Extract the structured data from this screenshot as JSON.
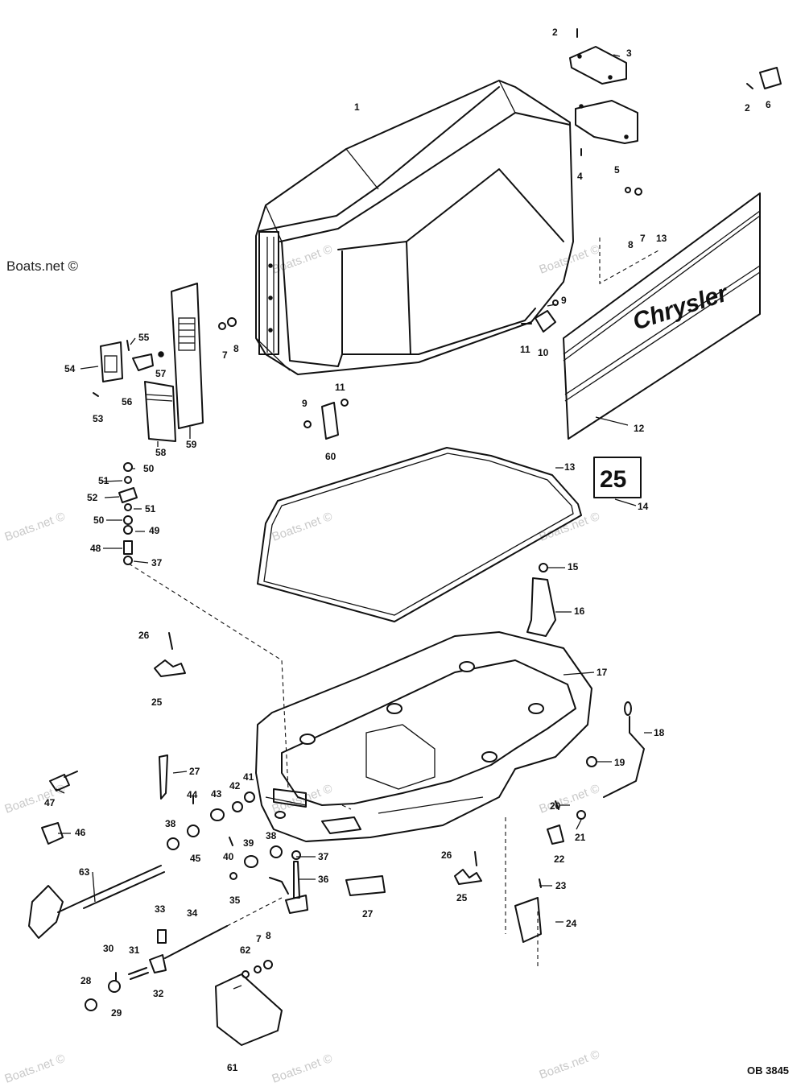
{
  "watermark": {
    "primary": "Boats.net ©",
    "repeat": "Boats.net ©"
  },
  "decal": {
    "brand": "Chrysler",
    "horsepower": "25"
  },
  "figure_ref": "OB 3845",
  "callouts": {
    "c1": "1",
    "c2a": "2",
    "c2b": "2",
    "c3": "3",
    "c4": "4",
    "c5": "5",
    "c6": "6",
    "c7a": "7",
    "c7b": "7",
    "c7c": "7",
    "c8a": "8",
    "c8b": "8",
    "c8c": "8",
    "c9a": "9",
    "c9b": "9",
    "c10": "10",
    "c11a": "11",
    "c11b": "11",
    "c12": "12",
    "c13a": "13",
    "c13b": "13",
    "c14": "14",
    "c15": "15",
    "c16": "16",
    "c17": "17",
    "c18": "18",
    "c19": "19",
    "c20": "20",
    "c21": "21",
    "c22": "22",
    "c23": "23",
    "c24": "24",
    "c25a": "25",
    "c25b": "25",
    "c26a": "26",
    "c26b": "26",
    "c27a": "27",
    "c27b": "27",
    "c28": "28",
    "c29": "29",
    "c30": "30",
    "c31": "31",
    "c32": "32",
    "c33": "33",
    "c34": "34",
    "c35": "35",
    "c36": "36",
    "c37a": "37",
    "c37b": "37",
    "c38a": "38",
    "c38b": "38",
    "c39": "39",
    "c40": "40",
    "c41": "41",
    "c42": "42",
    "c43": "43",
    "c44": "44",
    "c45": "45",
    "c46": "46",
    "c47": "47",
    "c48": "48",
    "c49": "49",
    "c50a": "50",
    "c50b": "50",
    "c51a": "51",
    "c51b": "51",
    "c52": "52",
    "c53": "53",
    "c54": "54",
    "c55": "55",
    "c56": "56",
    "c57": "57",
    "c58": "58",
    "c59": "59",
    "c60": "60",
    "c61": "61",
    "c62": "62",
    "c63": "63"
  }
}
